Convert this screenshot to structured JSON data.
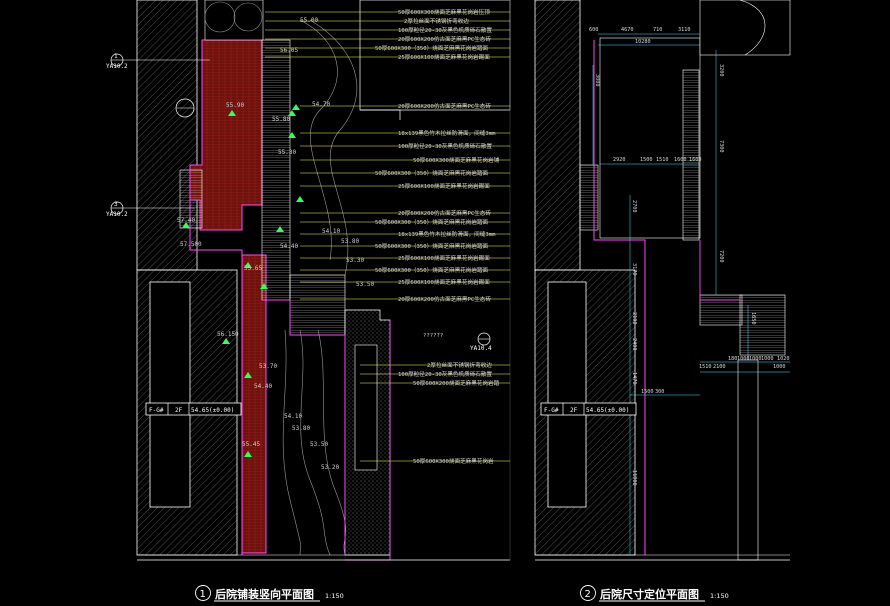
{
  "colors": {
    "background": "#000000",
    "outline": "#ffffff",
    "leader": "#ffff55",
    "magenta": "#ff44ff",
    "green": "#33ff55",
    "cyan": "#44e0ff",
    "brick": "#7a1410",
    "hatch": "#7a7a7a"
  },
  "plan1": {
    "title_number": "1",
    "title": "后院铺装竖向平面图",
    "scale": "1:150",
    "section_callouts": [
      {
        "number": "1",
        "sheet": "YA10.2"
      },
      {
        "number": "3",
        "sheet": "YA10.2"
      },
      {
        "number": "",
        "sheet": "YA10.4"
      }
    ],
    "notes_top": [
      "50厚600X300烧面芝麻黑花岗岩压顶",
      "2厚拉丝面不锈钢折弯收边",
      "100厚粒径20-30灰黑色机质砾石散置",
      "20厚600X200仿古面芝麻黑PC生态砖",
      "50厚600X300（350）烧面芝麻黑花岗岩踏面",
      "25厚600X100烧面芝麻黑花岗岩踢面"
    ],
    "notes_middle": [
      "20厚600X200仿古面芝麻黑PC生态砖",
      "18x139黑色竹木拉丝防滑面，间缝3mm",
      "100厚粒径20-30灰黑色机质砾石散置",
      "50厚600X300烧面芝麻黑花岗岩铺",
      "50厚600X300（350）烧面芝麻黑花岗岩踏面",
      "25厚600X100烧面芝麻黑花岗岩踢面"
    ],
    "notes_lower": [
      "20厚600X200仿古面芝麻黑PC生态砖",
      "50厚600X300（350）烧面芝麻黑花岗岩踏面",
      "18x139黑色竹木拉丝防滑面，间缝3mm",
      "50厚600X300（350）烧面芝麻黑花岗岩踏面",
      "25厚600X100烧面芝麻黑花岗岩踢面",
      "50厚600X300（350）烧面芝麻黑花岗岩踏面",
      "25厚600X100烧面芝麻黑花岗岩踢面",
      "20厚600X200仿古面芝麻黑PC生态砖"
    ],
    "unknown_note": "??????",
    "notes_bottom": [
      "2厚拉丝面不锈钢折弯收边",
      "100厚粒径20-30灰黑色机质砾石散置",
      "50厚600X200烧面芝麻黑花岗岩踏"
    ],
    "note_base": "50厚600X300烧面芝麻黑花岗岩",
    "elevations": [
      "55.00",
      "56.05",
      "54.70",
      "55.80",
      "55.30",
      "54.10",
      "53.80",
      "54.40",
      "53.30",
      "53.50",
      "57.40",
      "57.500",
      "55.65",
      "54.40",
      "53.70",
      "54.10",
      "53.80",
      "53.50",
      "53.20",
      "55.45",
      "56.150",
      "55.90"
    ],
    "floor_tag": {
      "zone": "F-G#",
      "floor": "2F",
      "level": "54.65(±0.00)"
    }
  },
  "plan2": {
    "title_number": "2",
    "title": "后院尺寸定位平面图",
    "scale": "1:150",
    "floor_tag": {
      "zone": "F-G#",
      "floor": "2F",
      "level": "54.65(±0.00)"
    },
    "dims_horizontal": [
      "600",
      "4670",
      "710",
      "3110",
      "10280",
      "2920",
      "1500",
      "1510",
      "1600",
      "1510",
      "1600",
      "2100",
      "180",
      "1000",
      "1000",
      "1000",
      "1000",
      "1020",
      "1500",
      "300"
    ],
    "dims_vertical": [
      "3200",
      "3000",
      "7300",
      "2700",
      "3170",
      "7200",
      "2100",
      "2400",
      "1650",
      "1470",
      "11900"
    ]
  }
}
